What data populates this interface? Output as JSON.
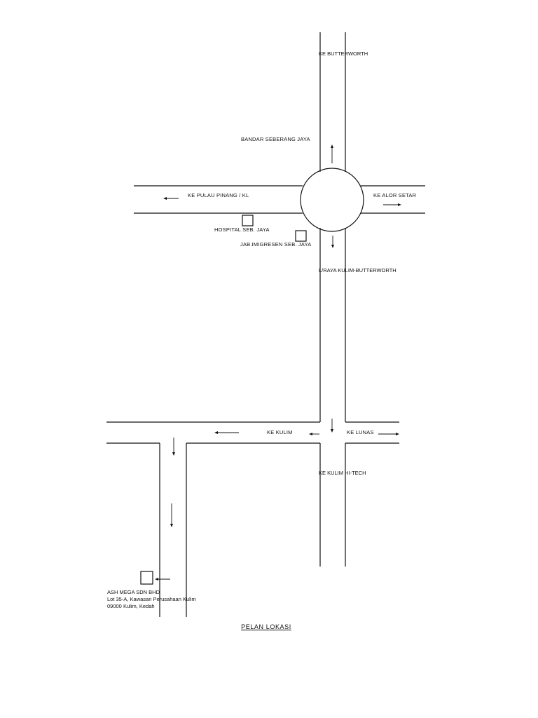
{
  "map": {
    "labels": {
      "bandar": "BANDAR SEBERANG JAYA",
      "pulau": "KE PULAU PINANG / KL",
      "alor": "KE ALOR SETAR",
      "hospital": "HOSPITAL SEB. JAYA",
      "jabatan": "JAB.IMIGRESEN SEB. JAYA",
      "kulim": "KE KULIM",
      "lunas": "KE LUNAS"
    },
    "vertical_labels": {
      "north": "KE BUTTERWORTH",
      "middle": "L/RAYA KULIM-BUTTERWORTH",
      "south": "KE KULIM HI-TECH"
    },
    "destination": {
      "name": "ASH MEGA SDN BHD",
      "address_line1": "Lot 35-A, Kawasan Perusahaan Kulim",
      "address_line2": "09000 Kulim, Kedah"
    },
    "title": "PELAN LOKASI"
  }
}
